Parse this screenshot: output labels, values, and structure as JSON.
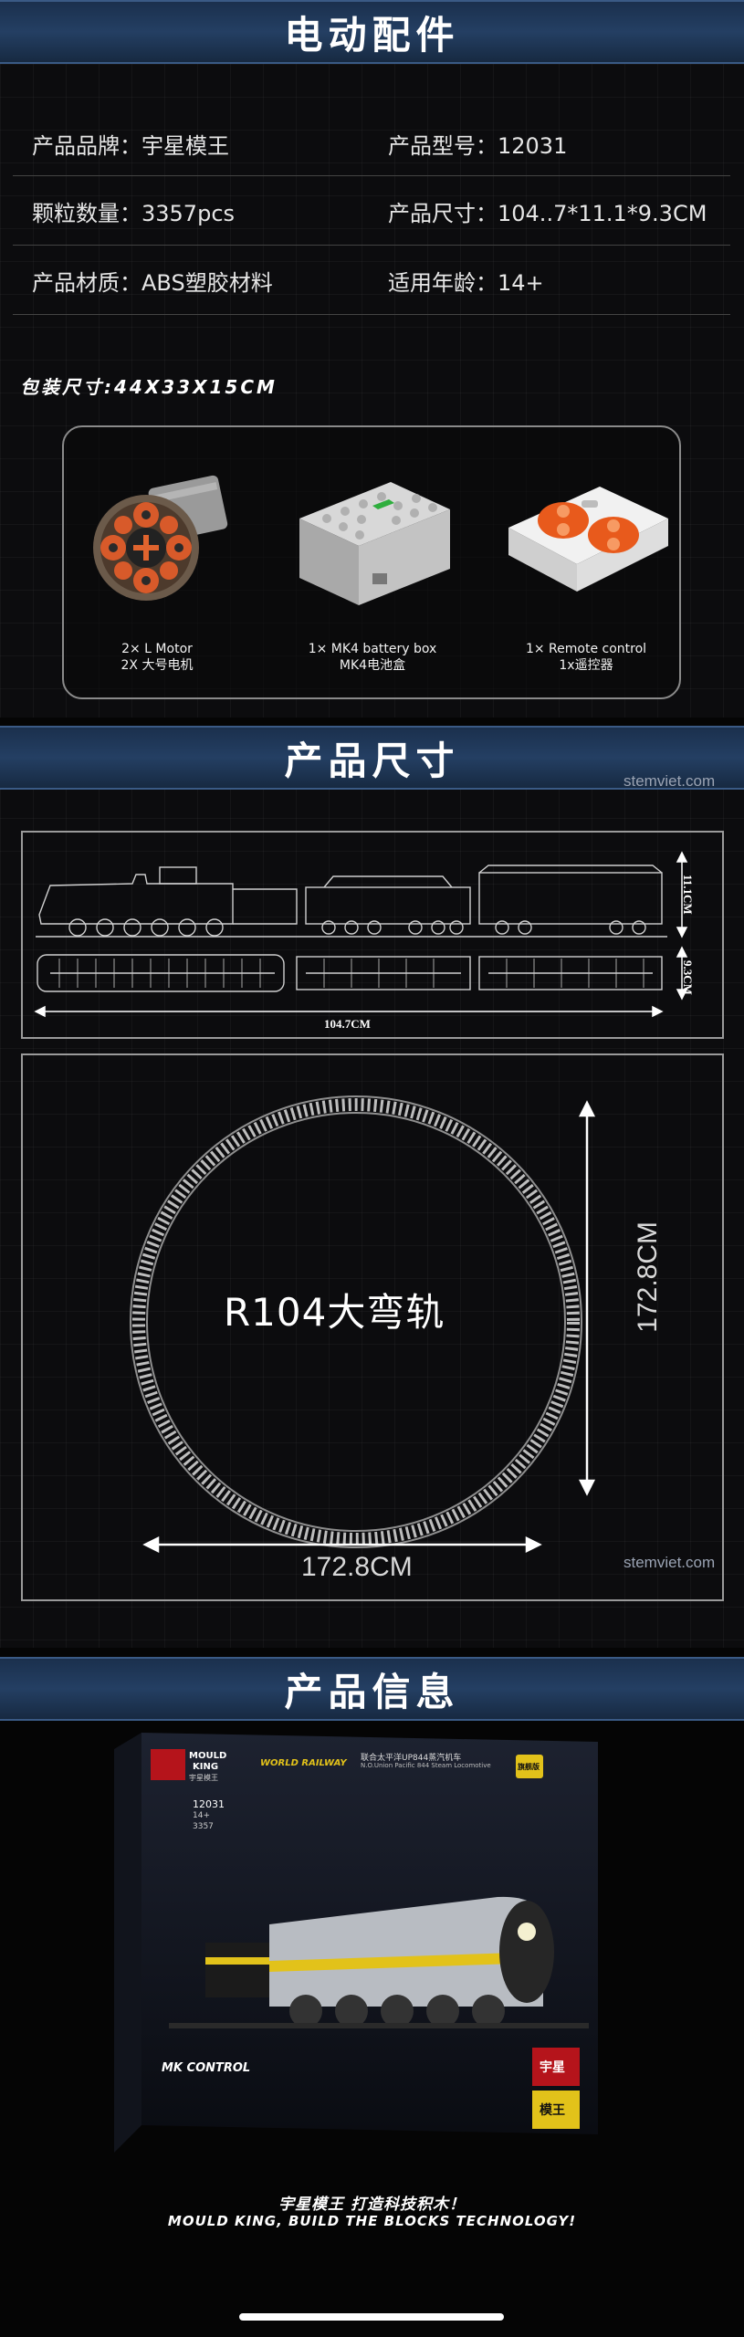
{
  "banners": {
    "motor": "电动配件",
    "size": "产品尺寸",
    "info": "产品信息"
  },
  "specs": [
    {
      "label": "产品品牌",
      "value": "宇星模王"
    },
    {
      "label": "产品型号",
      "value": "12031"
    },
    {
      "label": "颗粒数量",
      "value": "3357pcs"
    },
    {
      "label": "产品尺寸",
      "value": "104..7*11.1*9.3CM"
    },
    {
      "label": "产品材质",
      "value": "ABS塑胶材料"
    },
    {
      "label": "适用年龄",
      "value": "14+"
    }
  ],
  "package_size": "包装尺寸:44X33X15CM",
  "accessories": [
    {
      "en": "2× L Motor",
      "cn": "2X 大号电机",
      "icon": "motor-icon"
    },
    {
      "en": "1× MK4 battery box",
      "cn": "MK4电池盒",
      "icon": "battery-box-icon"
    },
    {
      "en": "1× Remote control",
      "cn": "1x遥控器",
      "icon": "remote-control-icon"
    }
  ],
  "watermark": "stemviet.com",
  "dimensions": {
    "length": "104.7CM",
    "height": "11.1CM",
    "width": "9.3CM"
  },
  "track": {
    "label": "R104大弯轨",
    "diameter_h": "172.8CM",
    "diameter_v": "172.8CM"
  },
  "box": {
    "brand_top": "MOULD",
    "brand_bottom": "KING",
    "brand_cn": "宇星模王",
    "model": "12031",
    "age": "14+",
    "pieces": "3357",
    "series": "WORLD RAILWAY",
    "name_cn": "联合太平洋UP844蒸汽机车",
    "name_en": "N.O.Union Pacific 844 Steam Locomotive",
    "badge": "旗舰版",
    "mk_control": "MK CONTROL",
    "side_cn_1": "宇星",
    "side_cn_2": "模王"
  },
  "slogans": {
    "cn": "宇星模王 打造科技积木！",
    "en": "MOULD KING, BUILD THE BLOCKS TECHNOLOGY!"
  },
  "colors": {
    "banner": "#243f63",
    "accent_orange": "#e85a1c",
    "box_yellow": "#e2c21a"
  }
}
